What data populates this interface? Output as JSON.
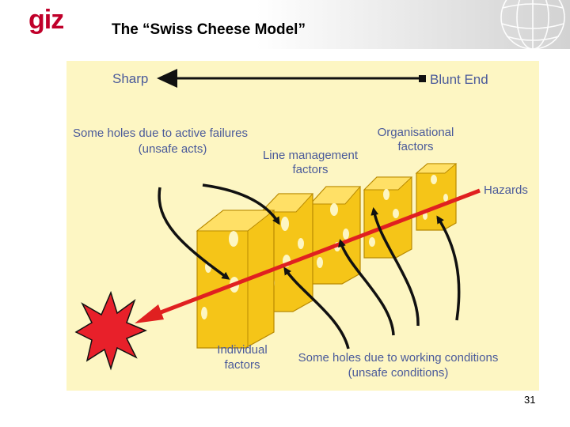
{
  "header": {
    "logo": "giz",
    "title": "The “Swiss Cheese Model”",
    "page_number": "31"
  },
  "diagram": {
    "sharp_label": "Sharp",
    "blunt_label": "Blunt End",
    "active_failures_line1": "Some holes due to active failures",
    "active_failures_line2": "(unsafe acts)",
    "line_mgmt_line1": "Line management",
    "line_mgmt_line2": "factors",
    "org_line1": "Organisational",
    "org_line2": "factors",
    "hazards_label": "Hazards",
    "individual_line1": "Individual",
    "individual_line2": "factors",
    "working_line1": "Some holes due to working conditions",
    "working_line2": "(unsafe conditions)",
    "colors": {
      "panel": "#fdf6c3",
      "cheese": "#f5c518",
      "label_text": "#4a5a9a",
      "hazard_arrow": "#e02020",
      "burst": "#e8202a"
    }
  }
}
